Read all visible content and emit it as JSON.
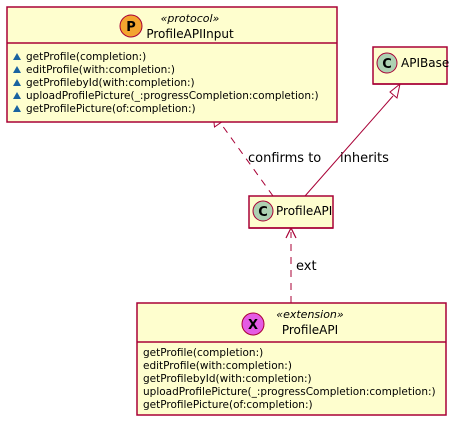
{
  "protocol_box": {
    "badge_letter": "P",
    "badge_color": "#F4A42F",
    "stereotype": "«protocol»",
    "name": "ProfileAPIInput",
    "methods": [
      "getProfile(completion:)",
      "editProfile(with:completion:)",
      "getProfilebyId(with:completion:)",
      "uploadProfilePicture(_:progressCompletion:completion:)",
      "getProfilePicture(of:completion:)"
    ]
  },
  "apibase_box": {
    "badge_letter": "C",
    "badge_color": "#ADD1B2",
    "name": "APIBase"
  },
  "profileapi_box": {
    "badge_letter": "C",
    "badge_color": "#ADD1B2",
    "name": "ProfileAPI"
  },
  "extension_box": {
    "badge_letter": "X",
    "badge_color": "#E45BE4",
    "stereotype": "«extension»",
    "name": "ProfileAPI",
    "methods": [
      "getProfile(completion:)",
      "editProfile(with:completion:)",
      "getProfilebyId(with:completion:)",
      "uploadProfilePicture(_:progressCompletion:completion:)",
      "getProfilePicture(of:completion:)"
    ]
  },
  "relations": {
    "confirms_label": "confirms to",
    "inherits_label": "inherits",
    "ext_label": "ext"
  },
  "colors": {
    "border": "#A80036",
    "fill": "#FEFECE",
    "visibility_marker": "#1963A0"
  }
}
